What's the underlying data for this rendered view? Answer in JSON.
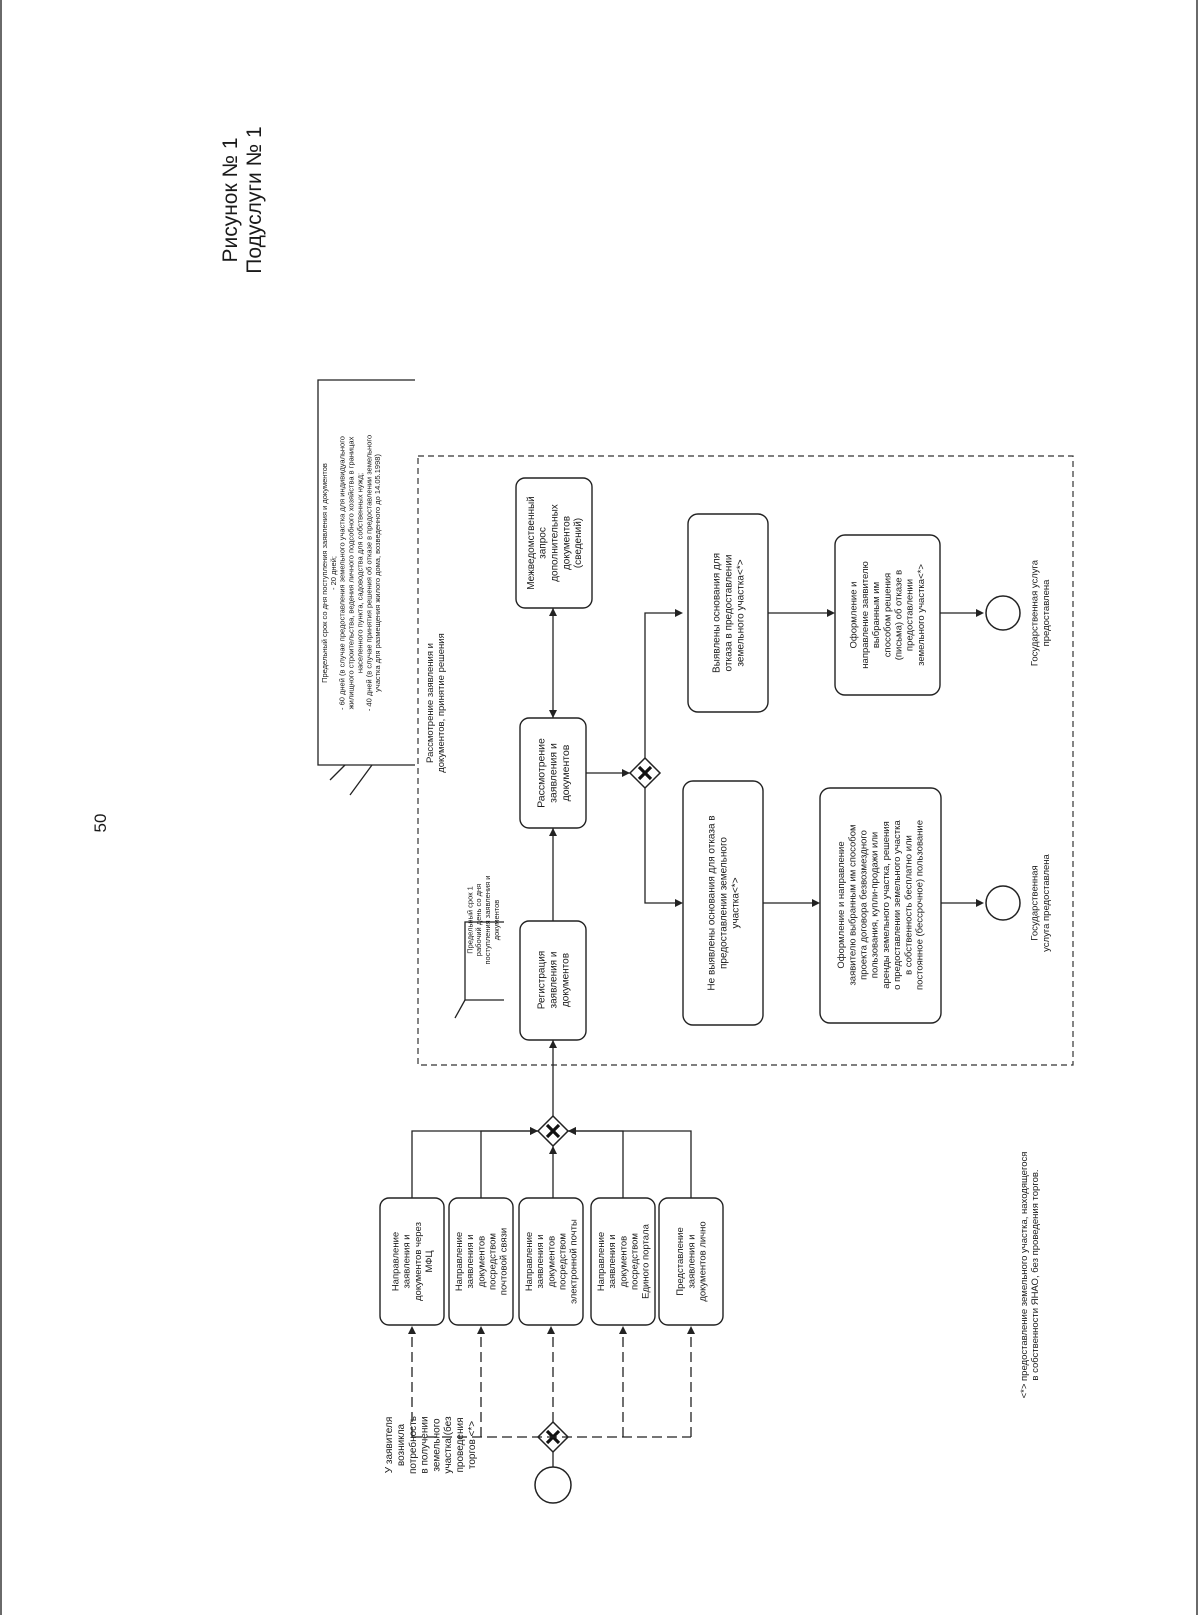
{
  "page_number": "50",
  "figure": {
    "title_line1": "Рисунок № 1",
    "title_line2": "Подуслуги № 1"
  },
  "start_event_label": [
    "У заявителя",
    "возникла",
    "потребность",
    "в получении",
    "земельного",
    "участка (без",
    "проведения",
    "торгов <*>"
  ],
  "submission_channels": [
    [
      "Направление",
      "заявления и",
      "документов через",
      "МФЦ"
    ],
    [
      "Направление",
      "заявления и",
      "документов",
      "посредством",
      "почтовой связи"
    ],
    [
      "Направление",
      "заявления и",
      "документов",
      "посредством",
      "электронной почты"
    ],
    [
      "Направление",
      "заявления и",
      "документов",
      "посредством",
      "Единого портала"
    ],
    [
      "Представление",
      "заявления и",
      "документов лично"
    ]
  ],
  "pool_label": [
    "Рассмотрение заявления и",
    "документов, принятие решения"
  ],
  "registration": {
    "label": [
      "Регистрация",
      "заявления и",
      "документов"
    ],
    "deadline_note": [
      "Предельный срок 1",
      "рабочий день со дня",
      "поступления заявления и",
      "документов"
    ]
  },
  "review": {
    "label": [
      "Рассмотрение",
      "заявления и",
      "документов"
    ],
    "deadline_note": [
      "Предельный срок со дня поступления заявления и документов",
      "- 20 дней;",
      "- 60 дней (в случае предоставления земельного участка для индивидуального",
      "жилищного строительства, ведения личного подсобного хозяйства в границах",
      "населенного пункта, садоводства для собственных нужд;",
      "- 40 дней (в случае принятия решения об отказе в предоставлении земельного",
      "участка для размещения жилого дома, возведенного до 14.05.1998)"
    ]
  },
  "interagency_request": [
    "Межведомственный",
    "запрос",
    "дополнительных",
    "документов",
    "(сведений)"
  ],
  "branch_no_grounds": {
    "label": [
      "Не выявлены основания для отказа в",
      "предоставлении земельного",
      "участка<*>"
    ],
    "result": [
      "Оформление и направление",
      "заявителю выбранным им способом",
      "проекта договора безвозмездного",
      "пользования, купли-продажи или",
      "аренды земельного участка, решения",
      "о предоставлении земельного участка",
      "в собственность бесплатно или",
      "постоянное (бессрочное) пользование"
    ],
    "end_label": [
      "Государственная",
      "услуга предоставлена"
    ]
  },
  "branch_grounds": {
    "label": [
      "Выявлены основания для",
      "отказа в предоставлении",
      "земельного участка<*>"
    ],
    "result": [
      "Оформление и",
      "направление заявителю",
      "выбранным им",
      "способом решения",
      "(письма) об отказе в",
      "предоставлении",
      "земельного участка<*>"
    ],
    "end_label": [
      "Государственная услуга",
      "предоставлена"
    ]
  },
  "footnote": [
    "<*> предоставление земельного участка, находящегося",
    "в собственности ЯНАО, без проведения торгов."
  ]
}
